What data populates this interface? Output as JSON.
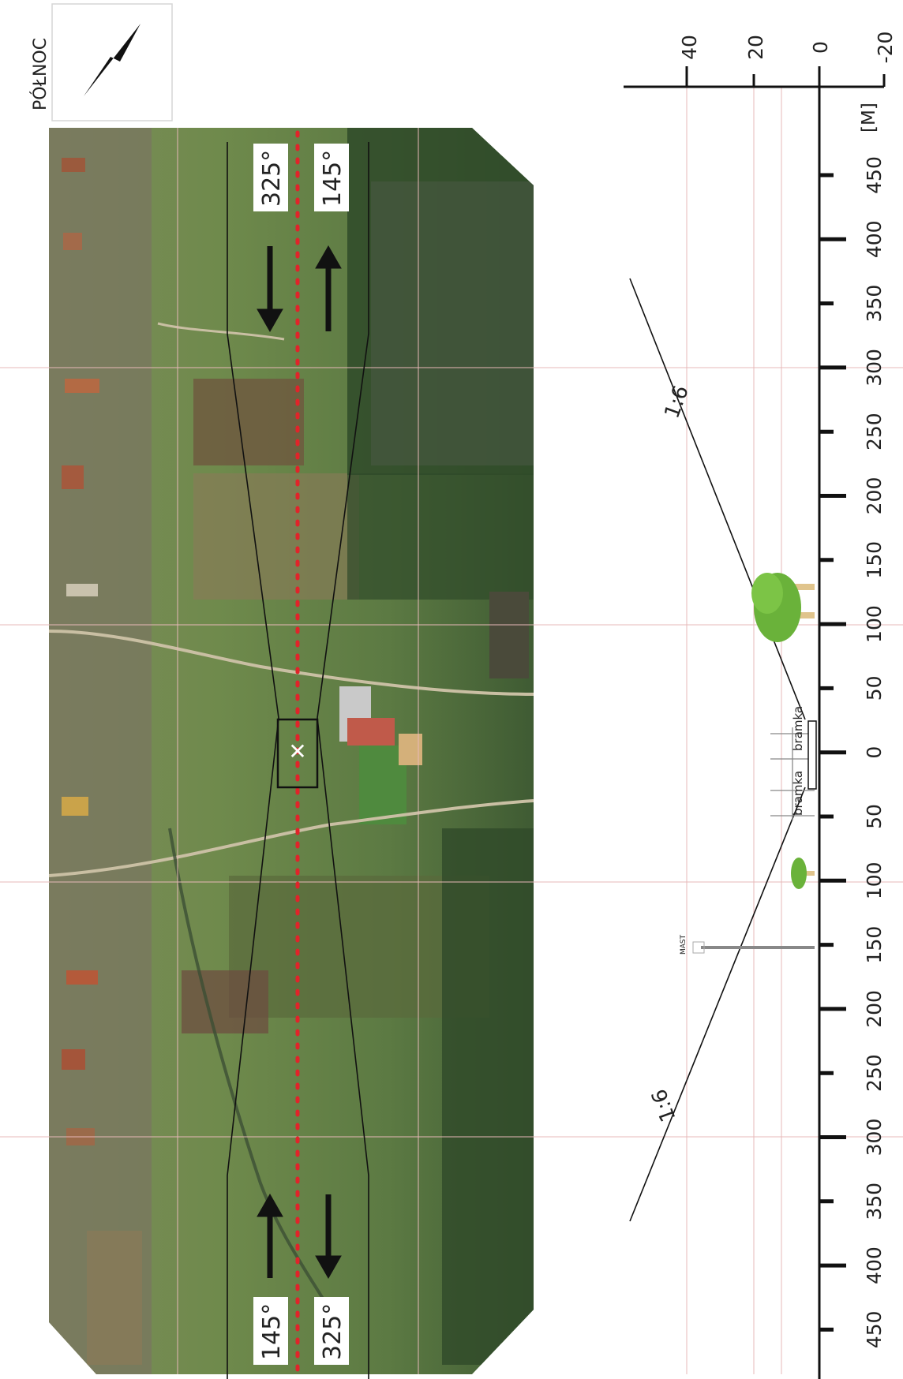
{
  "north": {
    "label": "PÓŁNOC",
    "icon": "north-arrow-icon"
  },
  "heading_labels": {
    "top_left": "325°",
    "top_right": "145°",
    "bottom_left": "145°",
    "bottom_right": "325°"
  },
  "elevation_axis": {
    "ticks": [
      "40",
      "20",
      "0",
      "-20"
    ],
    "unit": "[M]"
  },
  "distance_axis": {
    "ticks": [
      "450",
      "400",
      "350",
      "300",
      "250",
      "200",
      "150",
      "100",
      "50",
      "0",
      "50",
      "100",
      "150",
      "200",
      "250",
      "300",
      "350",
      "400",
      "450"
    ]
  },
  "slope_labels": {
    "upper": "1:6",
    "lower": "1:6"
  },
  "gate_labels": {
    "gate_1": "bramka",
    "gate_2": "bramka"
  },
  "mast_label": "MAST",
  "colors": {
    "centerline": "#e0242a",
    "grid": "#e7b8b8",
    "field_green": "#6f8a4c",
    "forest": "#3b5a2e",
    "tree_canopy": "#6ab23a",
    "tree_trunk": "#e0c48c"
  }
}
